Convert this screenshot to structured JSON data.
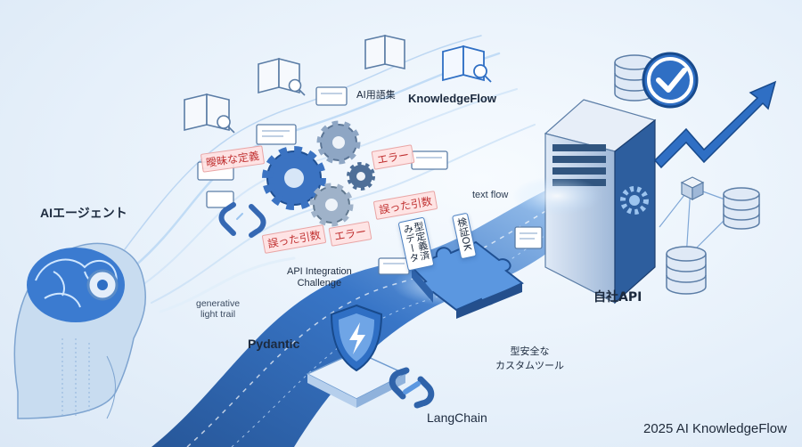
{
  "labels": {
    "ai_agent": "AIエージェント",
    "knowledgeflow": "KnowledgeFlow",
    "ai_glossary": "AI用語集",
    "api_challenge_line1": "API Integration",
    "api_challenge_line2": "Challenge",
    "generative_line1": "generative",
    "generative_line2": "light trail",
    "text_flow": "text flow",
    "pydantic": "Pydantic",
    "langchain": "LangChain",
    "company_api": "自社API",
    "typesafe_line1": "型安全な",
    "typesafe_line2": "カスタムツール",
    "copyright": "2025 AI KnowledgeFlow"
  },
  "error_tags": {
    "ambiguous_def": "曖昧な定義",
    "error_1": "エラー",
    "error_2": "エラー",
    "wrong_arg_1": "誤った引数",
    "wrong_arg_2": "誤った引数"
  },
  "flow_cards": {
    "schema_defined": "型定義済みデータ",
    "validated": "検証OK"
  },
  "colors": {
    "primary_blue": "#2f6fc4",
    "light_blue": "#9cc4ef",
    "error_red": "#c03030",
    "ink": "#1c2a3e"
  },
  "icons": [
    "brain-icon",
    "book-search-icon",
    "gear-icon",
    "broken-link-icon",
    "server-icon",
    "checkmark-badge-icon",
    "trend-arrow-icon",
    "database-icon",
    "puzzle-icon",
    "shield-icon",
    "chain-link-icon"
  ]
}
